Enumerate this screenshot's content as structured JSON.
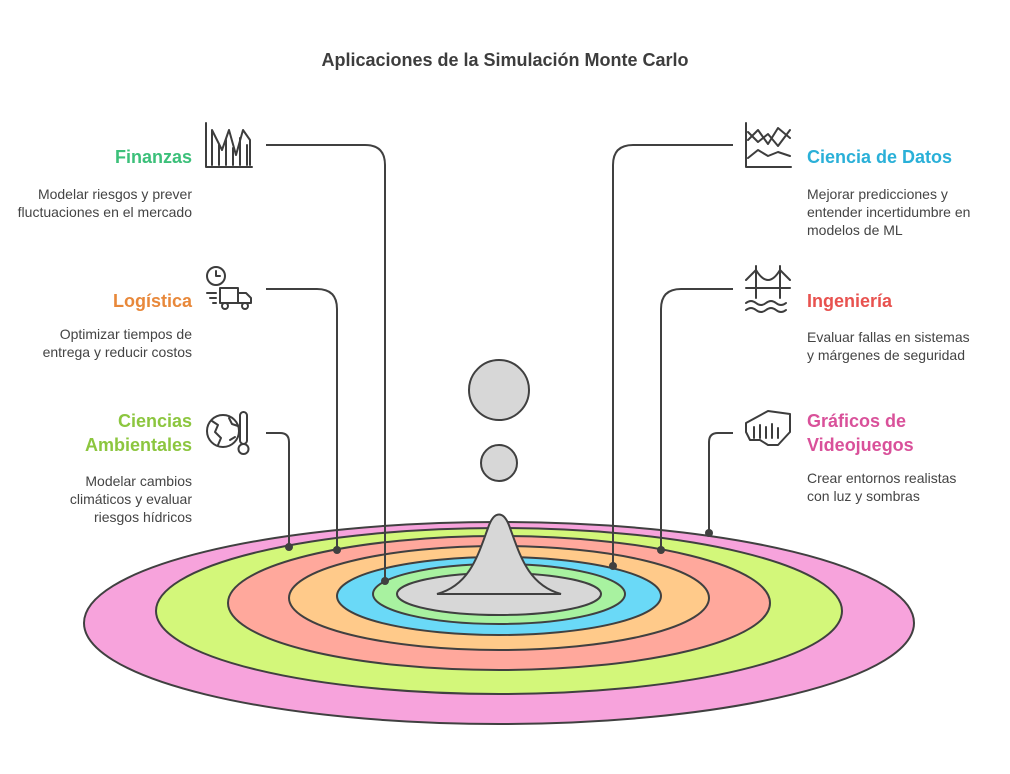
{
  "title": "Aplicaciones de la Simulación Monte Carlo",
  "items": [
    {
      "heading": "Finanzas",
      "description": "Modelar riesgos y prever fluctuaciones en el mercado",
      "color": "#3cc07a",
      "ring_color": "#f7a3dc",
      "icon": "bar-chart-icon"
    },
    {
      "heading": "Logística",
      "description": "Optimizar tiempos de entrega y reducir costos",
      "color": "#e8883a",
      "ring_color": "#d3f77a",
      "icon": "delivery-truck-icon"
    },
    {
      "heading": "Ciencias Ambientales",
      "description": "Modelar cambios climáticos y evaluar riesgos hídricos",
      "color": "#8cc63f",
      "ring_color": "#ffa89c",
      "icon": "globe-thermometer-icon"
    },
    {
      "heading": "Ciencia de Datos",
      "description": "Mejorar predicciones y entender incertidumbre en modelos de ML",
      "color": "#2ab0d8",
      "ring_color": "#ffca8a",
      "icon": "line-chart-icon"
    },
    {
      "heading": "Ingeniería",
      "description": "Evaluar fallas en sistemas y márgenes de seguridad",
      "color": "#e8524f",
      "ring_color": "#6ad9f7",
      "icon": "bridge-icon"
    },
    {
      "heading": "Gráficos de Videojuegos",
      "description": "Crear entornos realistas con luz y sombras",
      "color": "#d9519a",
      "ring_color": "#a8f2a0",
      "icon": "game-controller-icon"
    }
  ],
  "center_fill": "#d7d7d7"
}
